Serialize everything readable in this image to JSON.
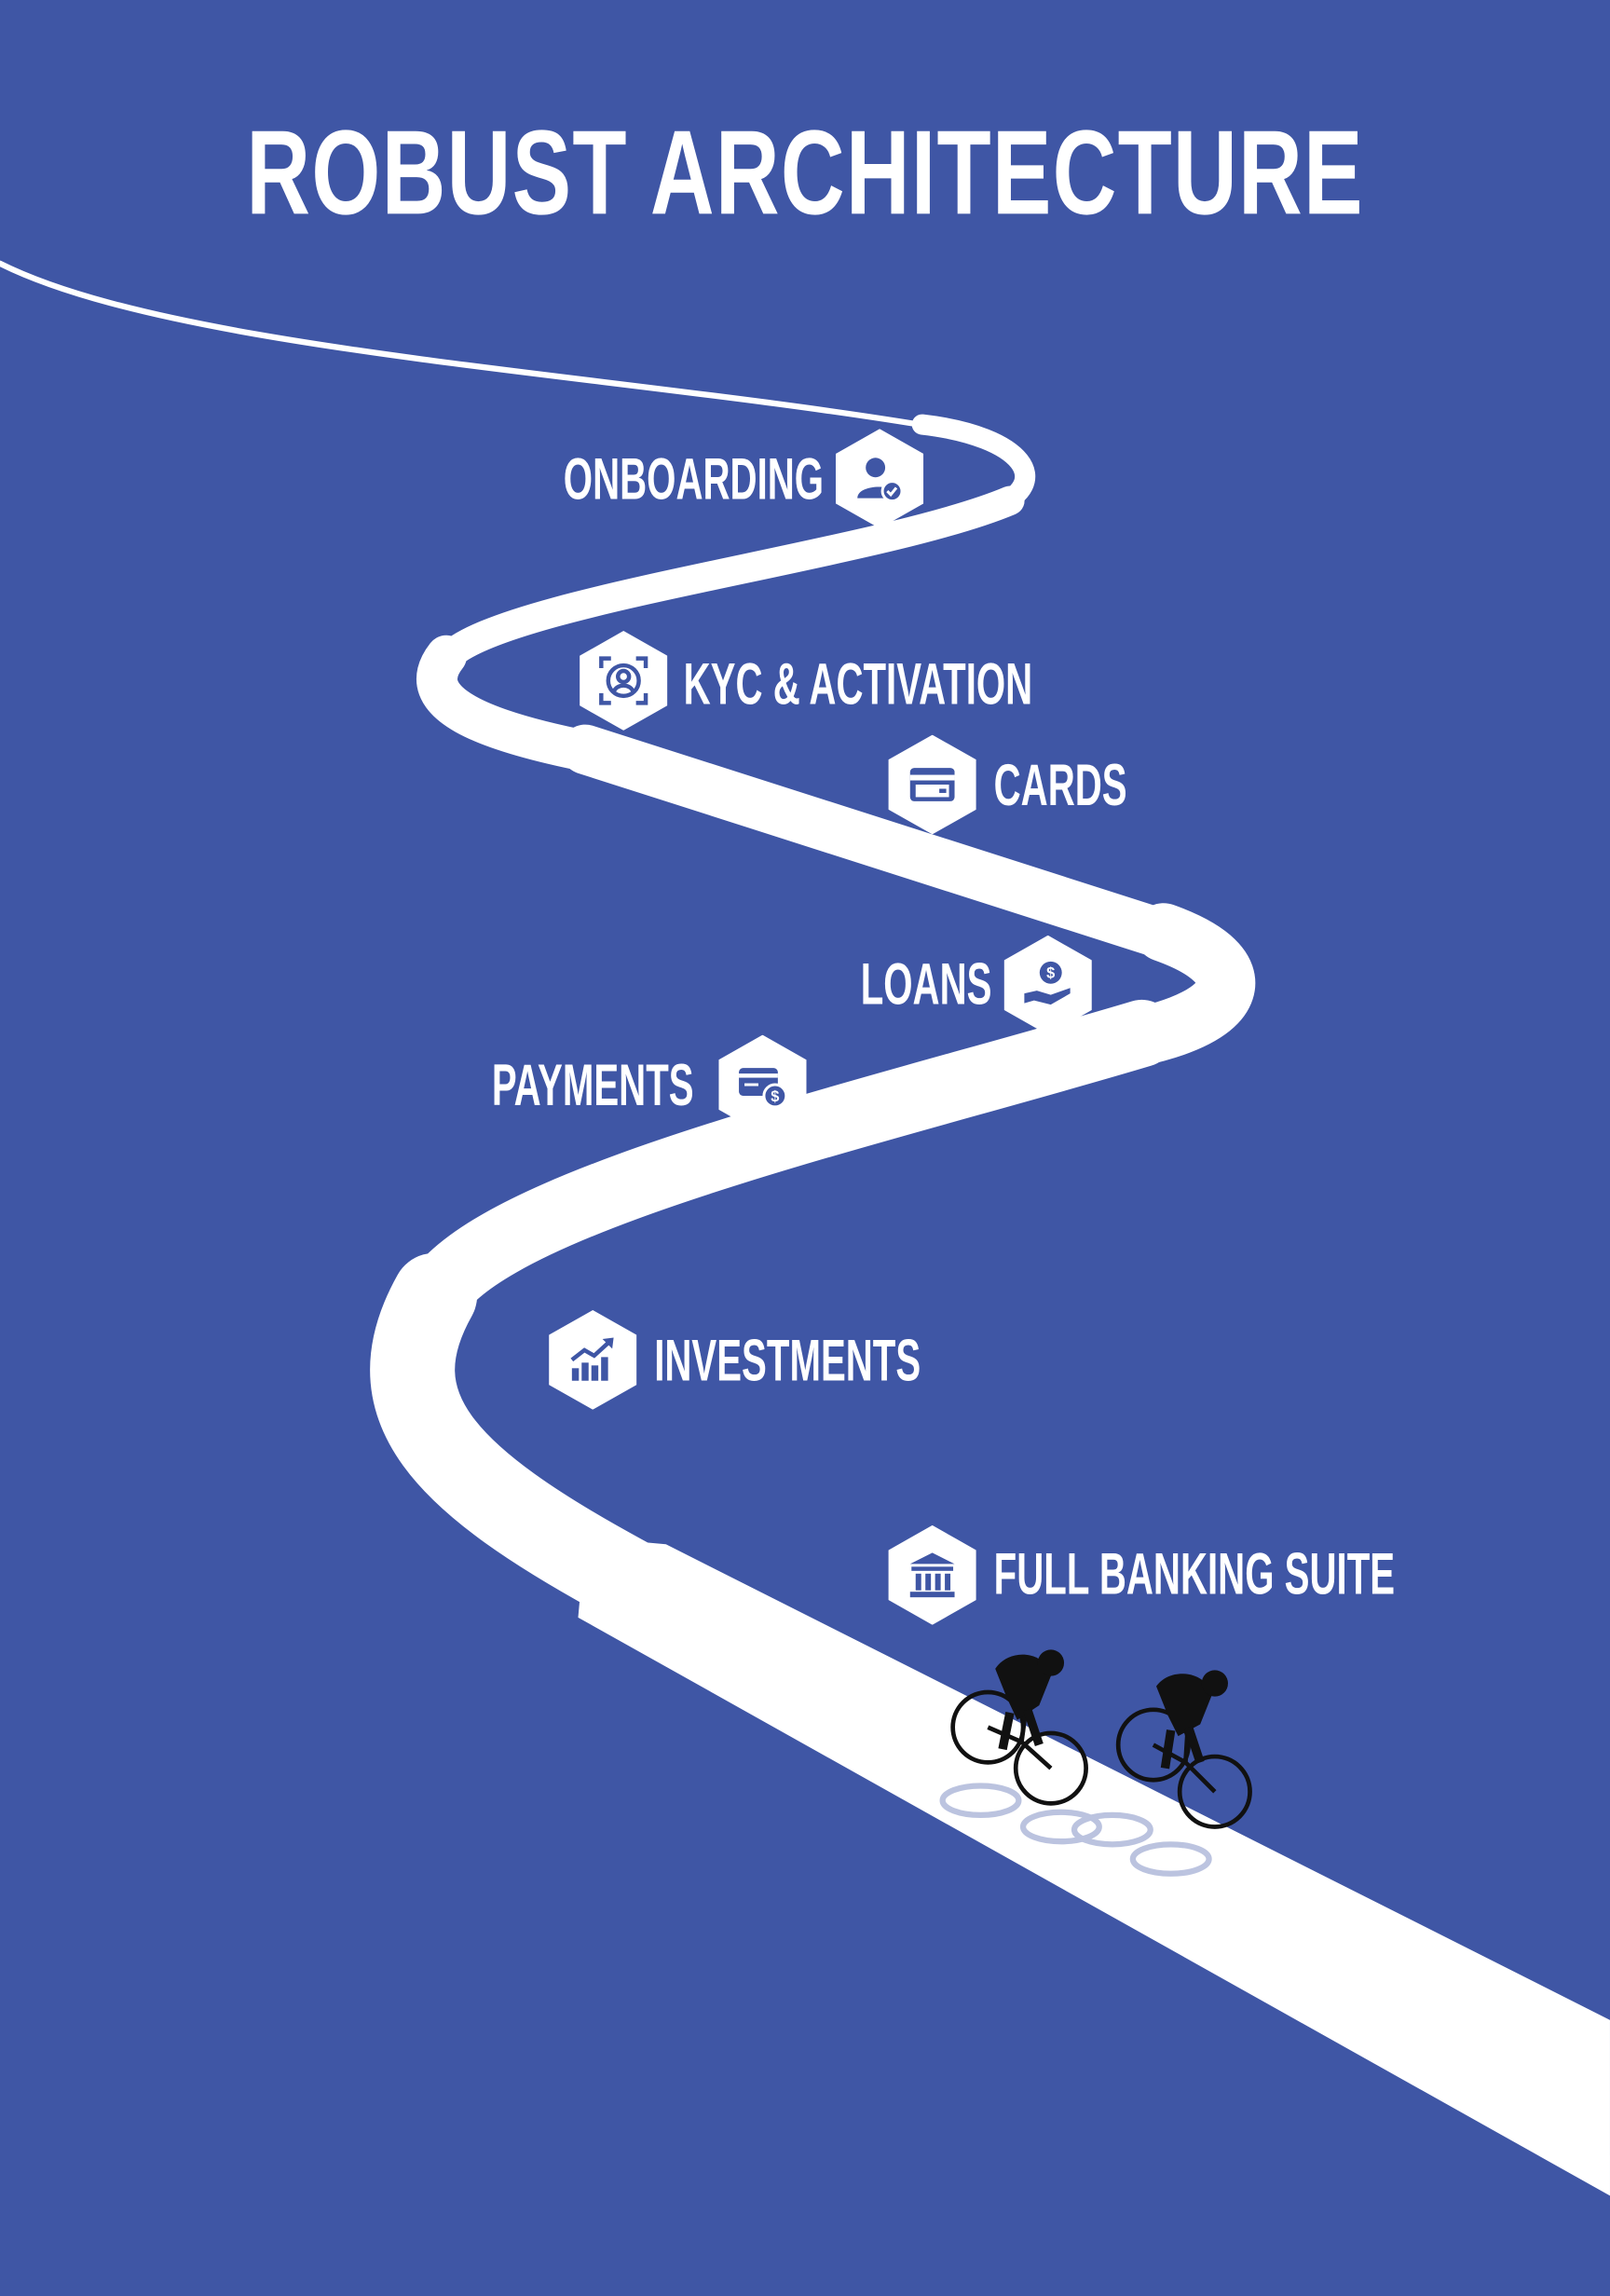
{
  "title": "ROBUST ARCHITECTURE",
  "colors": {
    "background": "#3f56a5",
    "road": "#ffffff",
    "icon": "#3f56a5"
  },
  "milestones": [
    {
      "label": "ONBOARDING",
      "icon": "user-check-icon"
    },
    {
      "label": "KYC & ACTIVATION",
      "icon": "face-scan-icon"
    },
    {
      "label": "CARDS",
      "icon": "credit-card-icon"
    },
    {
      "label": "LOANS",
      "icon": "hand-coin-icon"
    },
    {
      "label": "PAYMENTS",
      "icon": "card-payment-icon"
    },
    {
      "label": "INVESTMENTS",
      "icon": "growth-chart-icon"
    },
    {
      "label": "FULL BANKING SUITE",
      "icon": "bank-icon"
    }
  ]
}
